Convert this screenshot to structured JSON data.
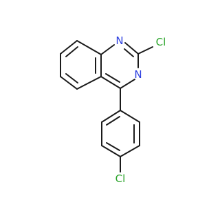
{
  "molecule": {
    "colors": {
      "bond": "#1a1a1a",
      "nitrogen": "#2b3ee0",
      "chlorine": "#2aa42a"
    },
    "atoms": {
      "n1": "N",
      "n3": "N",
      "cl_c2": "Cl",
      "cl_phenyl": "Cl"
    }
  }
}
